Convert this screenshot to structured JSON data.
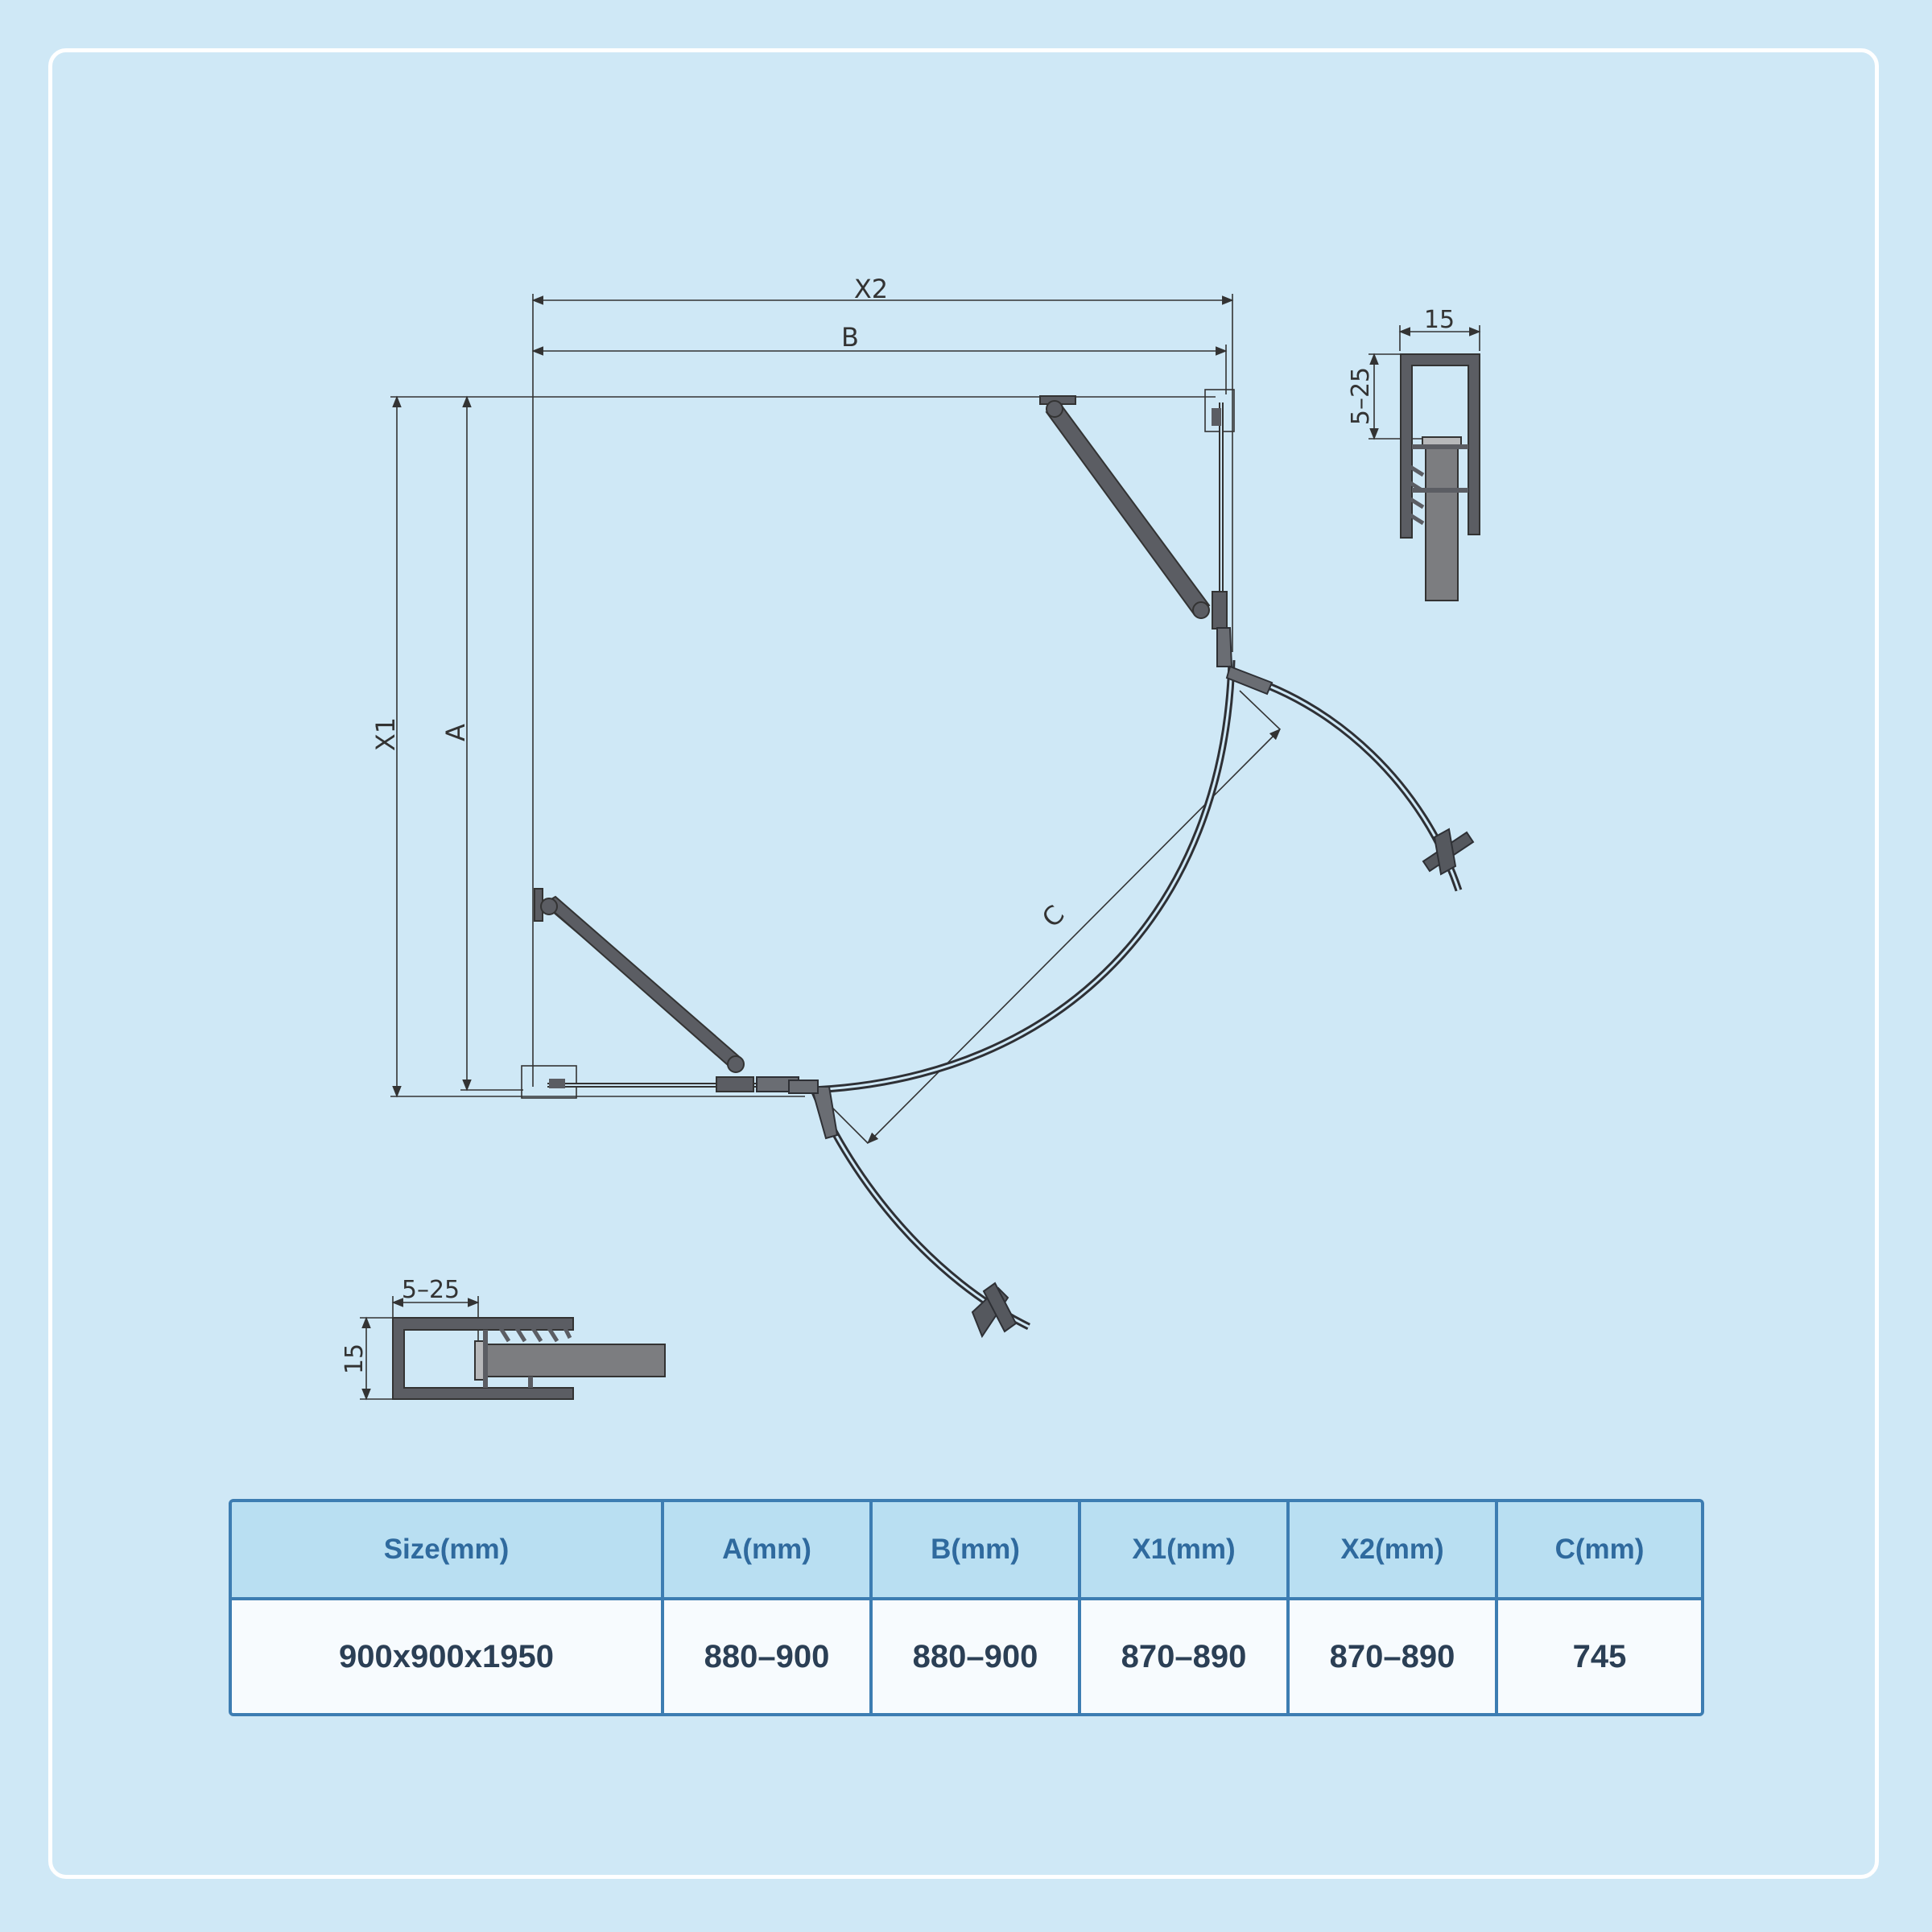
{
  "diagram": {
    "dimension_labels": {
      "x2": "X2",
      "b": "B",
      "x1": "X1",
      "a": "A",
      "c": "C"
    },
    "detail_top_right": {
      "width": "15",
      "adjust": "5–25"
    },
    "detail_bottom_left": {
      "width": "15",
      "adjust": "5–25"
    }
  },
  "table": {
    "headers": [
      "Size(mm)",
      "A(mm)",
      "B(mm)",
      "X1(mm)",
      "X2(mm)",
      "C(mm)"
    ],
    "values": [
      "900x900x1950",
      "880–900",
      "880–900",
      "870–890",
      "870–890",
      "745"
    ]
  }
}
